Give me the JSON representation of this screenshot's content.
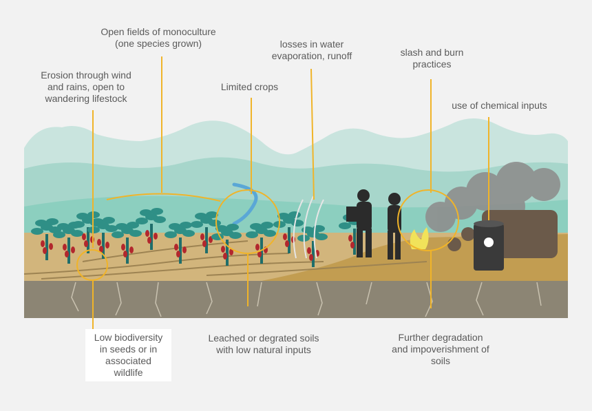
{
  "colors": {
    "background": "#f2f2f2",
    "mountain_light": "#c9e4de",
    "mountain_mid": "#a7d6cb",
    "sky_band": "#8ccfbf",
    "soil_top": "#d2b57c",
    "soil_dark": "#c29d51",
    "bedrock": "#8c8574",
    "plant_leaf": "#2f8f86",
    "plant_stem": "#1f6e6b",
    "pod": "#b2272d",
    "callout_line": "#f0b429",
    "smoke": "#8e8e8e",
    "figure": "#2b2b2b",
    "barrel": "#3a3a3a",
    "log": "#6b5a4a",
    "text": "#5a5a5a"
  },
  "labels": {
    "monoculture": "Open fields of monoculture\n(one species grown)",
    "water_losses": "losses in water\nevaporation, runoff",
    "slash_burn": "slash and burn\npractices",
    "erosion": "Erosion through wind\nand rains, open to\nwandering lifestock",
    "limited_crops": "Limited crops",
    "chemical_inputs": "use of chemical inputs",
    "low_biodiversity": "Low biodiversity\nin seeds or in\nassociated\nwildlife",
    "leached_soils": "Leached or degrated soils\nwith low natural inputs",
    "further_degradation": "Further degradation\nand impoverishment of\nsoils"
  },
  "icons": {
    "plant": "cacao-plant-icon",
    "farmer": "farmer-silhouette-icon",
    "fire": "fire-icon",
    "barrel": "chemical-barrel-icon",
    "skull": "skull-icon",
    "smoke": "smoke-cloud-icon",
    "logs": "log-pile-icon",
    "stream": "stream-icon",
    "wind": "wind-lines-icon"
  }
}
